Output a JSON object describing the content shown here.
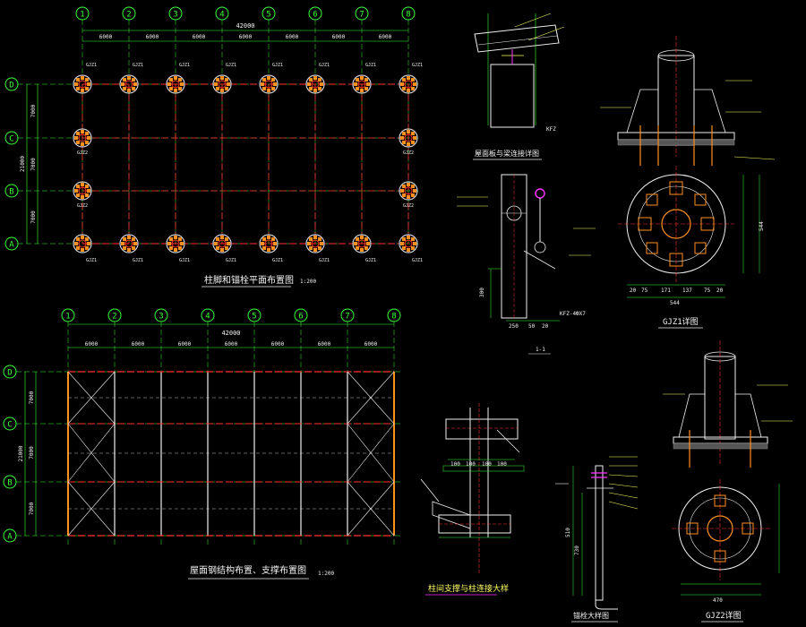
{
  "colors": {
    "background": "#000000",
    "grid_dim": "#39ff39",
    "axis_red": "#ff3030",
    "column_gray": "#cfcfcf",
    "bolt_orange": "#ff9020",
    "member_white": "#f0f0f0",
    "magenta": "#ff33ff",
    "yellow": "#ffff66"
  },
  "plan": {
    "axes_x": [
      "1",
      "2",
      "3",
      "4",
      "5",
      "6",
      "7",
      "8"
    ],
    "axes_y": [
      "D",
      "C",
      "B",
      "A"
    ],
    "total_dim": "42000",
    "bay_dims": [
      "6000",
      "6000",
      "6000",
      "6000",
      "6000",
      "6000",
      "6000"
    ],
    "side_dims": [
      "7000",
      "7000",
      "7000"
    ],
    "side_total": "21000",
    "col_label_top": "GJZ1",
    "col_label_mid": "GJZ2",
    "col_label_bottom": "GJZ1",
    "title": "柱脚和锚栓平面布置图",
    "scale": "1:200"
  },
  "roof": {
    "axes_x": [
      "1",
      "2",
      "3",
      "4",
      "5",
      "6",
      "7",
      "8"
    ],
    "axes_y": [
      "D",
      "C",
      "B",
      "A"
    ],
    "total_dim": "42000",
    "bay_dims": [
      "6000",
      "6000",
      "6000",
      "6000",
      "6000",
      "6000",
      "6000"
    ],
    "side_total": "21000",
    "side_dims": [
      "7000",
      "7000",
      "7000"
    ],
    "title": "屋面钢结构布置、支撑布置图",
    "scale": "1:200"
  },
  "details": {
    "detail_top_title": "屋面板与梁连接详图",
    "kf_label": "KFZ",
    "kf_label2": "KFZ-4ФХ7",
    "section_mark": "1-1",
    "gjz1_title": "GJZ1详图",
    "gjz1_dims": [
      "20",
      "75",
      "171",
      "137",
      "75",
      "20"
    ],
    "gjz1_overall": "544",
    "gjz2_title": "GJZ2详图",
    "gjz2_overall": "470",
    "anchor_title": "锚栓大样图",
    "brace_title": "柱间支撑与柱连接大样",
    "detail_dims_a": [
      "100",
      "100",
      "100",
      "100"
    ],
    "detail_dims_b": [
      "250",
      "50",
      "20"
    ],
    "v_dims": [
      "300",
      "510",
      "730"
    ]
  }
}
